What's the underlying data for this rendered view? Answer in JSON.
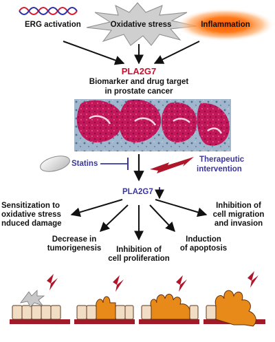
{
  "top": {
    "erg": "ERG activation",
    "oxidative": "Oxidative stress",
    "inflammation": "Inflammation"
  },
  "center": {
    "gene": "PLA2G7",
    "biomarker_line1": "Biomarker and drug target",
    "biomarker_line2": "in prostate cancer"
  },
  "middle": {
    "statins": "Statins",
    "therapeutic_line1": "Therapeutic",
    "therapeutic_line2": "intervention",
    "gene_down": "PLA2G7"
  },
  "outcomes": {
    "sensitization_line1": "Sensitization to",
    "sensitization_line2": "oxidative stress",
    "sensitization_line3": "nduced damage",
    "inhibition_migration_line1": "Inhibition of",
    "inhibition_migration_line2": "cell migration",
    "inhibition_migration_line3": "and invasion",
    "decrease_line1": "Decrease in",
    "decrease_line2": "tumorigenesis",
    "proliferation_line1": "Inhibition of",
    "proliferation_line2": "cell proliferation",
    "apoptosis_line1": "Induction",
    "apoptosis_line2": "of apoptosis"
  },
  "colors": {
    "gene_red": "#c8102e",
    "statin_blue": "#3a35a0",
    "lightning_red": "#b0162a",
    "tumor_orange": "#e88a1a",
    "epithelium_tan": "#f1dcc4",
    "membrane_red": "#a01a2a"
  }
}
